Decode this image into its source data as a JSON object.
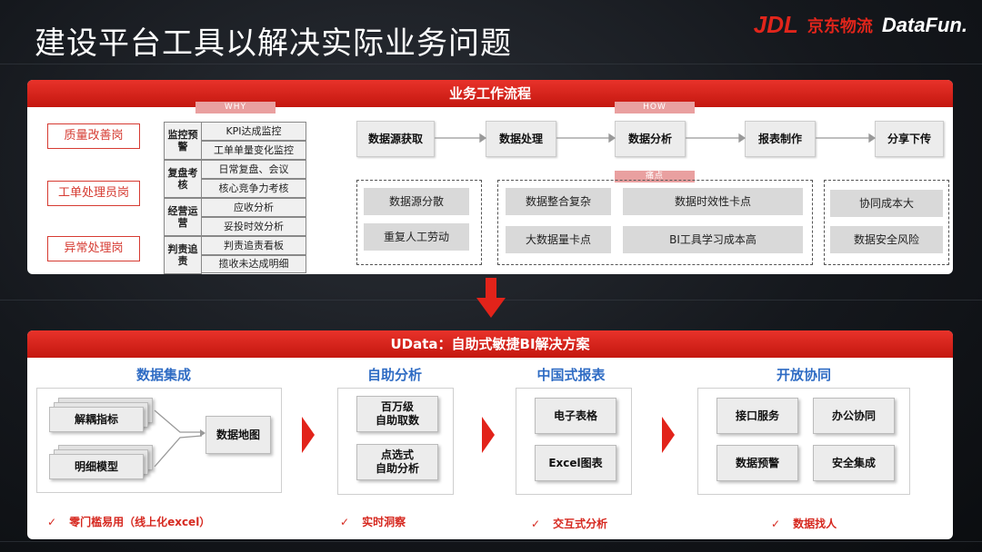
{
  "title": "建设平台工具以解决实际业务问题",
  "logos": {
    "jdl": "JDL",
    "jd_text": "京东物流",
    "datafun": "DataFun."
  },
  "workflow": {
    "header": "业务工作流程",
    "tag_why": "WHY",
    "tag_how": "HOW",
    "tag_pain": "痛点",
    "roles": [
      "质量改善岗",
      "工单处理员岗",
      "异常处理岗"
    ],
    "categories": [
      {
        "name": "监控预警",
        "items": [
          "KPI达成监控",
          "工单单量变化监控"
        ]
      },
      {
        "name": "复盘考核",
        "items": [
          "日常复盘、会议",
          "核心竞争力考核"
        ]
      },
      {
        "name": "经营运营",
        "items": [
          "应收分析",
          "妥投时效分析"
        ]
      },
      {
        "name": "判责追责",
        "items": [
          "判责追责看板",
          "揽收未达成明细"
        ]
      }
    ],
    "flow": [
      "数据源获取",
      "数据处理",
      "数据分析",
      "报表制作",
      "分享下传"
    ],
    "pain_groups": [
      [
        "数据源分散",
        "重复人工劳动"
      ],
      [
        "数据整合复杂",
        "数据时效性卡点",
        "大数据量卡点",
        "BI工具学习成本高"
      ],
      [
        "协同成本大",
        "数据安全风险"
      ]
    ]
  },
  "solution": {
    "header": "UData：自助式敏捷BI解决方案",
    "sections": [
      {
        "title": "数据集成",
        "items": [
          "解耦指标",
          "明细模型",
          "数据地图"
        ],
        "check": "零门槛易用（线上化excel）"
      },
      {
        "title": "自助分析",
        "items": [
          "百万级\n自助取数",
          "点选式\n自助分析"
        ],
        "check": "实时洞察"
      },
      {
        "title": "中国式报表",
        "items": [
          "电子表格",
          "Excel图表"
        ],
        "check": "交互式分析"
      },
      {
        "title": "开放协同",
        "items": [
          "接口服务",
          "办公协同",
          "数据预警",
          "安全集成"
        ],
        "check": "数据找人"
      }
    ],
    "check_mark": "✓"
  },
  "colors": {
    "accent_red": "#e1251b",
    "blue_heading": "#2f6cc4"
  }
}
